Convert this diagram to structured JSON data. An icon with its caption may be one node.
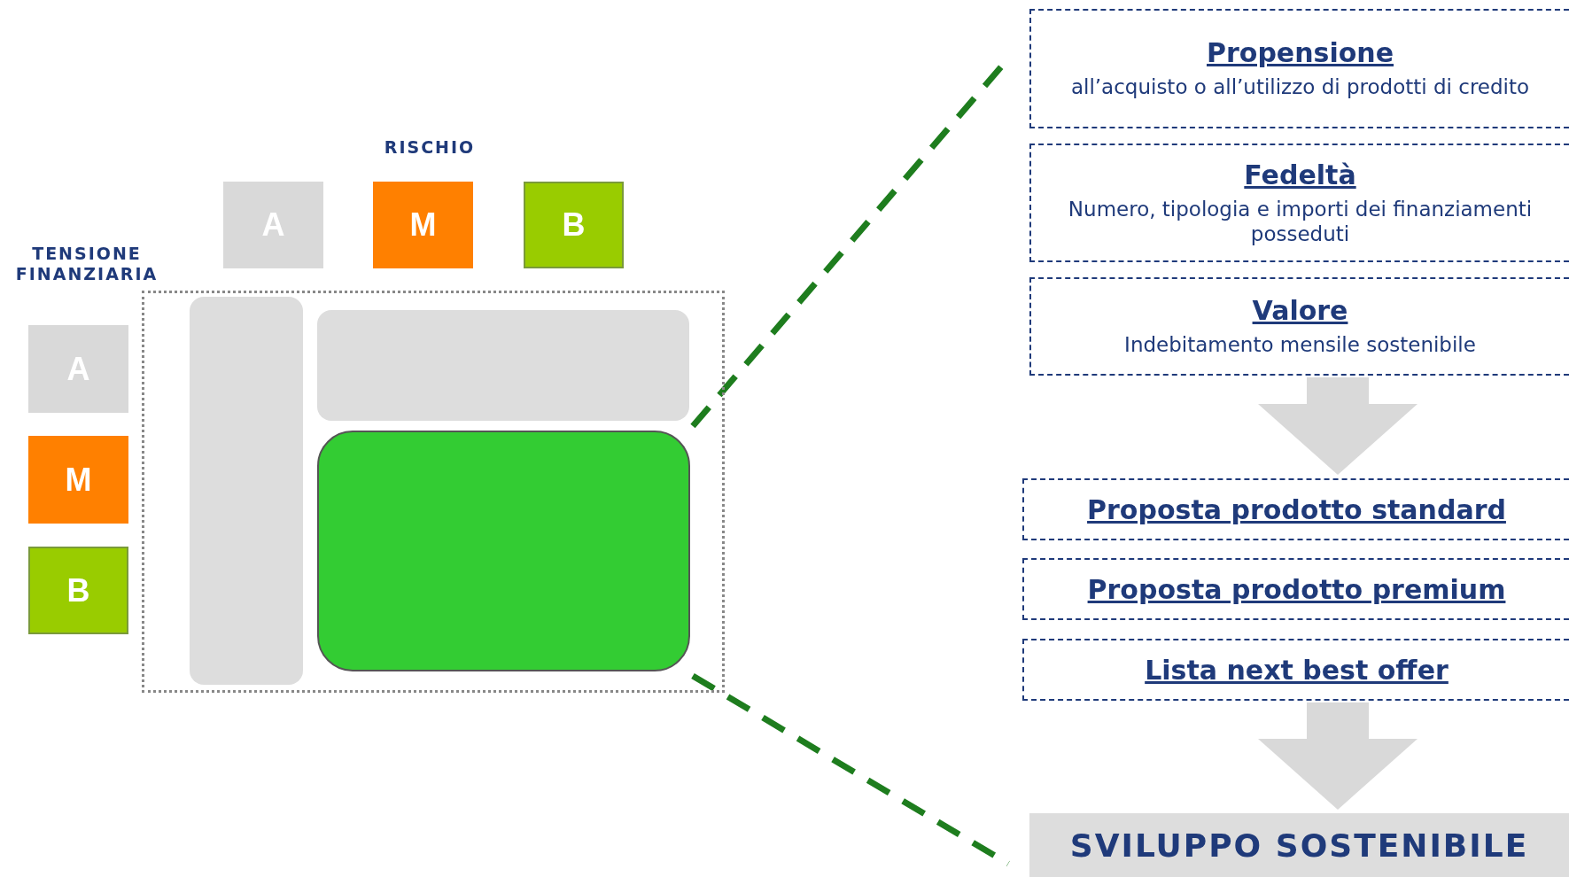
{
  "diagram": {
    "nodes": [
      {
        "text": [
          "A"
        ]
      },
      {
        "text": [
          "M"
        ]
      },
      {
        "text": [
          "B"
        ]
      },
      {
        "text": [
          "A"
        ]
      },
      {
        "text": [
          "M"
        ]
      },
      {
        "text": [
          "B"
        ]
      },
      {
        "text": [],
        "shape": "box"
      },
      {
        "text": [],
        "shape": "bar",
        "in": 6
      },
      {
        "text": [],
        "shape": "bar",
        "in": 6
      },
      {
        "text": [],
        "shape": "box",
        "in": 6
      },
      {
        "text": [
          "Propensione",
          "all’acquisto o all’utilizzo di prodotti di credito"
        ]
      },
      {
        "text": [
          "Fedeltà",
          "Numero, tipologia e importi dei finanziamenti posseduti"
        ]
      },
      {
        "text": [
          "Valore",
          "Indebitamento mensile sostenibile"
        ]
      },
      {
        "text": [
          "Proposta prodotto standard"
        ]
      },
      {
        "text": [
          "Proposta prodotto premium"
        ]
      },
      {
        "text": [
          "Lista next best offer"
        ]
      },
      {
        "text": [
          "SVILUPPO SOSTENIBILE"
        ]
      }
    ],
    "edges": [
      {
        "from": 12,
        "to": 13,
        "arrow": "to",
        "style": "thick"
      },
      {
        "from": 15,
        "to": 16,
        "arrow": "to",
        "style": "thick"
      },
      {
        "from": 9,
        "to": null,
        "arrow": "none",
        "style": "dashed",
        "color": "#1e7d1e"
      },
      {
        "from": 9,
        "to": null,
        "arrow": "none",
        "style": "dashed",
        "color": "#1e7d1e"
      }
    ],
    "labels": [
      "RISCHIO",
      "TENSIONE FINANZIARIA"
    ]
  }
}
